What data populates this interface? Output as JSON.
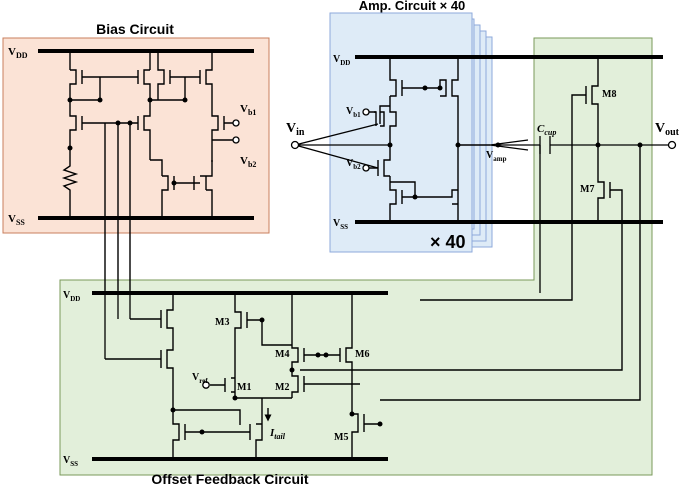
{
  "blocks": {
    "bias": {
      "title": "Bias Circuit",
      "vdd": "V",
      "vdd_sub": "DD",
      "vss": "V",
      "vss_sub": "SS",
      "vb1": "V",
      "vb1_sub": "b1",
      "vb2": "V",
      "vb2_sub": "b2"
    },
    "amp": {
      "title": "Amp. Circuit × 40",
      "vdd": "V",
      "vdd_sub": "DD",
      "vss": "V",
      "vss_sub": "SS",
      "vb1": "V",
      "vb1_sub": "b1",
      "vb2": "V",
      "vb2_sub": "b2",
      "vamp": "V",
      "vamp_sub": "amp",
      "multiplier": "× 40"
    },
    "offset": {
      "title": "Offset Feedback Circuit",
      "vdd": "V",
      "vdd_sub": "DD",
      "vss": "V",
      "vss_sub": "SS",
      "vref": "V",
      "vref_sub": "ref",
      "itail": "I",
      "itail_sub": "tail"
    }
  },
  "io": {
    "vin": "V",
    "vin_sub": "in",
    "vout": "V",
    "vout_sub": "out",
    "ccup": "C",
    "ccup_sub": "cup"
  },
  "transistors": {
    "m1": "M1",
    "m2": "M2",
    "m3": "M3",
    "m4": "M4",
    "m5": "M5",
    "m6": "M6",
    "m7": "M7",
    "m8": "M8"
  },
  "colors": {
    "bias_fill": "#fbe3d6",
    "bias_border": "#c87f5d",
    "amp_fill": "#deebf7",
    "amp_border": "#8eaadb",
    "offset_fill": "#e2efda",
    "offset_border": "#7a9a5a",
    "wire": "#000000"
  }
}
